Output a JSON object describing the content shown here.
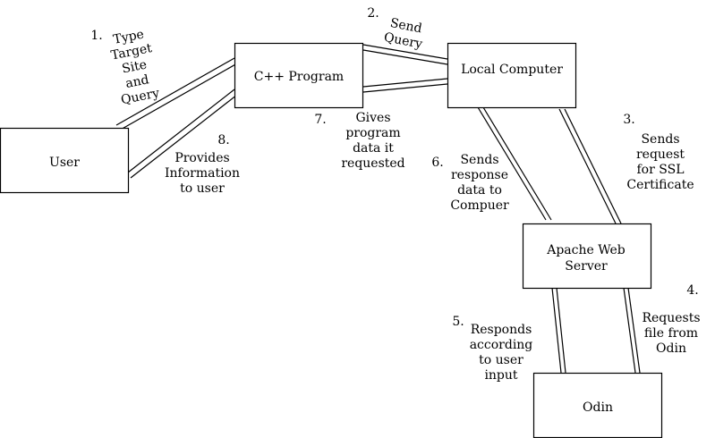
{
  "nodes": {
    "user": [
      "User"
    ],
    "cpp": [
      "C++ Program"
    ],
    "local": [
      "Local Computer"
    ],
    "apache": [
      "Apache Web",
      "Server"
    ],
    "odin": [
      "Odin"
    ]
  },
  "steps": [
    {
      "id": "s1",
      "number": "1.",
      "text": [
        "Type",
        "Target",
        "Site",
        "and",
        "Query"
      ]
    },
    {
      "id": "s2",
      "number": "2.",
      "text": [
        "Send",
        "Query"
      ]
    },
    {
      "id": "s3",
      "number": "3.",
      "text": [
        "Sends",
        "request",
        "for SSL",
        "Certificate"
      ]
    },
    {
      "id": "s4",
      "number": "4.",
      "text": [
        "Requests",
        "file from",
        "Odin"
      ]
    },
    {
      "id": "s5",
      "number": "5.",
      "text": [
        "Responds",
        "according",
        "to user",
        "input"
      ]
    },
    {
      "id": "s6",
      "number": "6.",
      "text": [
        "Sends",
        "response",
        "data to",
        "Compuer"
      ]
    },
    {
      "id": "s7",
      "number": "7.",
      "text": [
        "Gives",
        "program",
        "data it",
        "requested"
      ]
    },
    {
      "id": "s8",
      "number": "8.",
      "text": [
        "Provides",
        "Information",
        "to user"
      ]
    }
  ]
}
